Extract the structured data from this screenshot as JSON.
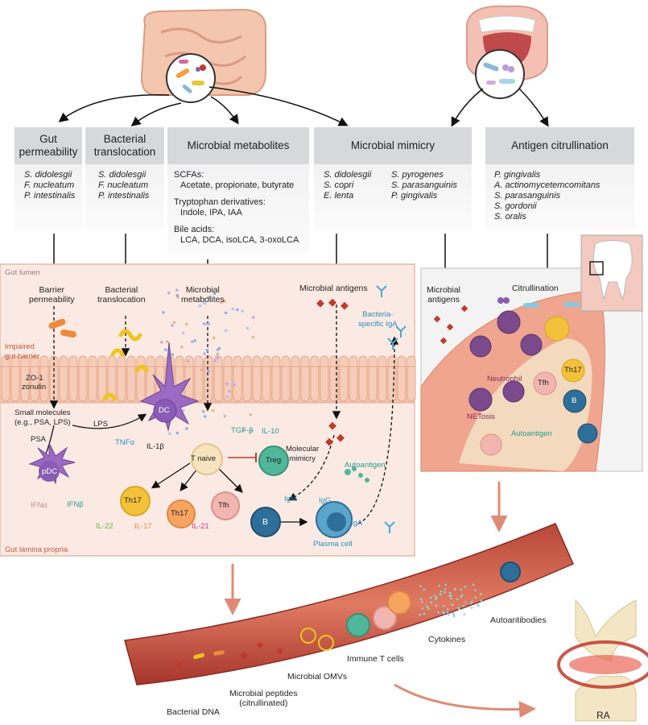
{
  "headers": {
    "gut_permeability": [
      "Gut",
      "permeability"
    ],
    "bacterial_translocation": [
      "Bacterial",
      "translocation"
    ],
    "microbial_metabolites": "Microbial metabolites",
    "microbial_mimicry": "Microbial mimicry",
    "antigen_citrullination": "Antigen citrullination"
  },
  "lists": {
    "gut_permeability": [
      "S. didolesgii",
      "F. nucleatum",
      "P. intestinalis"
    ],
    "bacterial_translocation": [
      "S. didolesgii",
      "F. nucleatum",
      "P. intestinalis"
    ],
    "mimicry_left": [
      "S. didolesgii",
      "S. copri",
      "E. lenta"
    ],
    "mimicry_right": [
      "S. pyrogenes",
      "S. parasanguinis",
      "P. gingivalis"
    ],
    "citrullination": [
      "P. gingivalis",
      "A. actinomycetemcomitans",
      "S. parasanguinis",
      "S. gordonii",
      "S. oralis"
    ]
  },
  "metabolites": {
    "scfa_title": "SCFAs:",
    "scfa_items": "Acetate, propionate, butyrate",
    "trp_title": "Tryptophan derivatives:",
    "trp_items": "Indole, IPA, IAA",
    "bile_title": "Bile acids:",
    "bile_items": "LCA, DCA, isoLCA, 3-oxoLCA"
  },
  "gut_panel": {
    "gut_lumen": "Gut lumen",
    "barrier_permeability": [
      "Barrier",
      "permeability"
    ],
    "bacterial_translocation": [
      "Bacterial",
      "translocation"
    ],
    "microbial_metabolites": [
      "Microbial",
      "metabolites"
    ],
    "microbial_antigens": "Microbial antigens",
    "bacteria_specific_iga": [
      "Bacteria-",
      "specific IgA"
    ],
    "impaired_gut_barrier": [
      "Impaired",
      "gut barrier"
    ],
    "zo1": "ZO-1",
    "zonulin": "zonulin",
    "small_molecules": [
      "Small molecules",
      "(e.g., PSA, LPS)"
    ],
    "lps": "LPS",
    "psa": "PSA",
    "dc": "DC",
    "tnfa": "TNFα",
    "il1b": "IL-1β",
    "tgfb": "TGF-β",
    "il10": "IL-10",
    "t_naive": "T naive",
    "treg": "Treg",
    "pdc": "pDC",
    "ifna": "IFNα",
    "ifnb": "IFNβ",
    "th17_a": "Th17",
    "th17_b": "Th17",
    "tfh": "Tfh",
    "il22": "IL-22",
    "il17": "IL-17",
    "il21": "IL-21",
    "b": "B",
    "igm": "IgM",
    "igg": "IgG",
    "iga": "IgA",
    "plasma_cell": "Plasma cell",
    "molecular_mimicry": [
      "Molecular",
      "mimicry"
    ],
    "autoantigen": "Autoantigen",
    "gut_lamina_propria": "Gut lamina propria"
  },
  "oral_panel": {
    "microbial_antigens": [
      "Microbial",
      "antigens"
    ],
    "citrullination": "Citrullination",
    "neutrophil": "Neutrophil",
    "th17": "Th17",
    "netosis": "NETosis",
    "tfh": "Tfh",
    "b": "B",
    "autoantigen": "Autoantigen"
  },
  "blood": {
    "autoantibodies": "Autoantibodies",
    "cytokines": "Cytokines",
    "immune_t_cells": "Immune T cells",
    "microbial_omvs": "Microbial OMVs",
    "microbial_peptides": [
      "Microbial peptides",
      "(citrullinated)"
    ],
    "bacterial_dna": "Bacterial DNA",
    "ra": "RA"
  },
  "colors": {
    "header_gray": "#d7d8da",
    "gut_panel_bg": "#fbeae3",
    "gut_panel_border": "#e7b9a7",
    "flesh": "#f0a58e",
    "vessel_dark": "#9e2f2a",
    "vessel_light": "#d9624e",
    "arrow_salmon": "#df8a74",
    "th17": "#f3c23a",
    "treg": "#4fb89b",
    "tfh": "#f2b6b0",
    "b_cell": "#2d6f98",
    "dc": "#8a5cb5",
    "neutrophil": "#7b4a8c"
  }
}
